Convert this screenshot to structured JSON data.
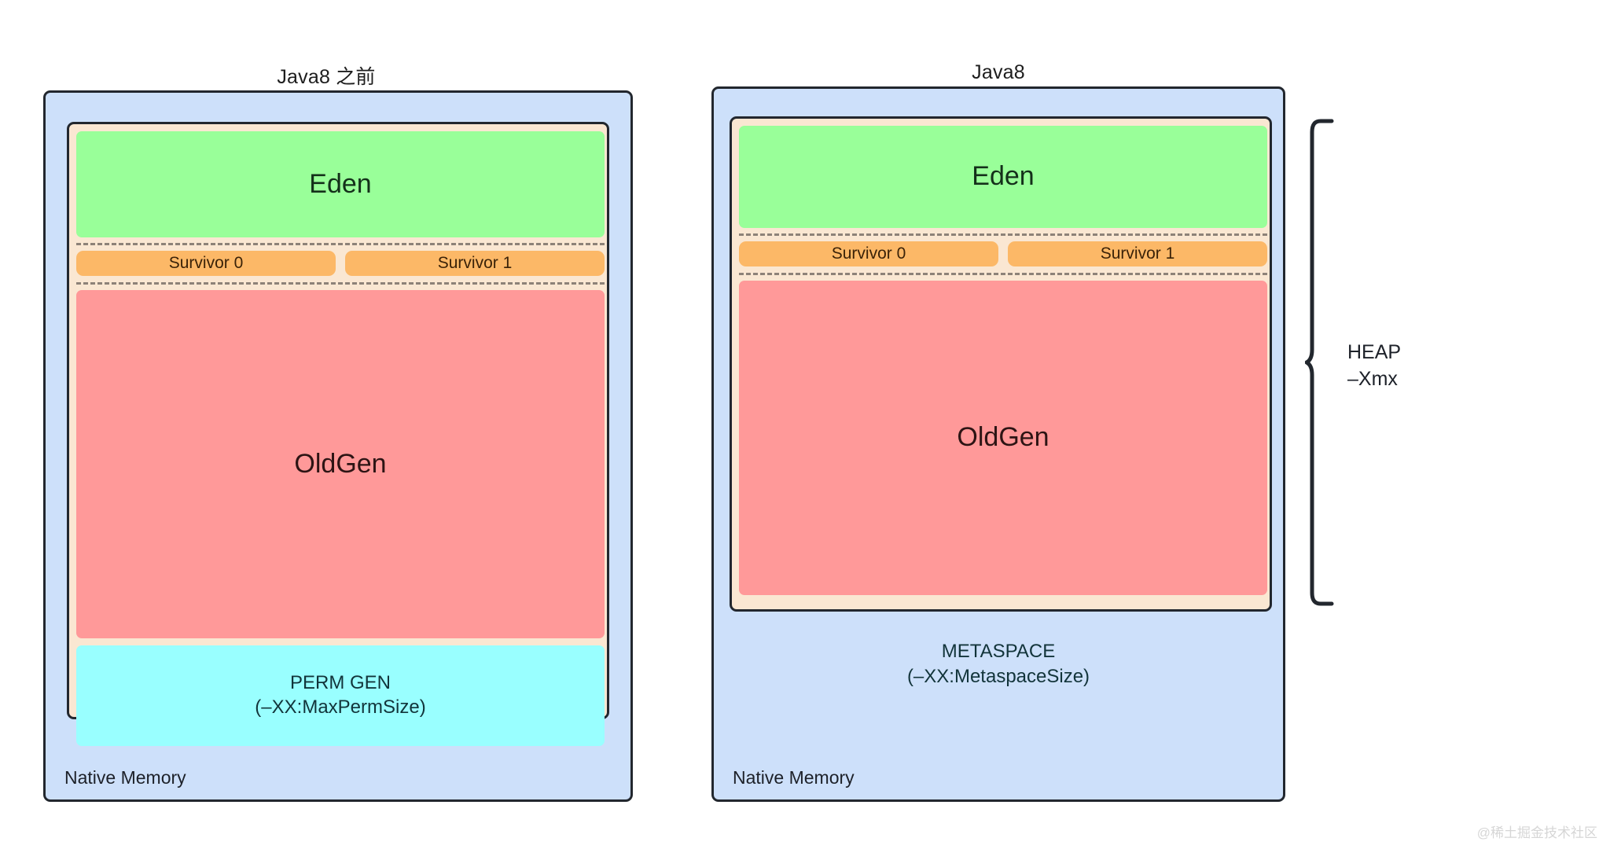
{
  "diagram": {
    "title_left": "Java8 之前",
    "title_right": "Java8",
    "watermark": "@稀土掘金技术社区"
  },
  "brace": {
    "line1": "HEAP",
    "line2": "–Xmx"
  },
  "panels": [
    {
      "id": "pre-java8",
      "title": "Java8 之前",
      "native_label": "Native Memory",
      "eden": "Eden",
      "survivor0": "Survivor 0",
      "survivor1": "Survivor 1",
      "oldgen": "OldGen",
      "perm_line1": "PERM GEN",
      "perm_line2": "(–XX:MaxPermSize)"
    },
    {
      "id": "java8",
      "title": "Java8",
      "native_label": "Native Memory",
      "eden": "Eden",
      "survivor0": "Survivor 0",
      "survivor1": "Survivor 1",
      "oldgen": "OldGen",
      "metaspace_line1": "METASPACE",
      "metaspace_line2": "(–XX:MetaspaceSize)"
    }
  ],
  "colors": {
    "native_memory": "#cde0fa",
    "heap_container": "#fae7d2",
    "eden": "#99ff99",
    "survivor": "#fcb867",
    "oldgen": "#ff9999",
    "permgen": "#99ffff",
    "outline": "#22272e",
    "dashed": "#8d8278"
  }
}
